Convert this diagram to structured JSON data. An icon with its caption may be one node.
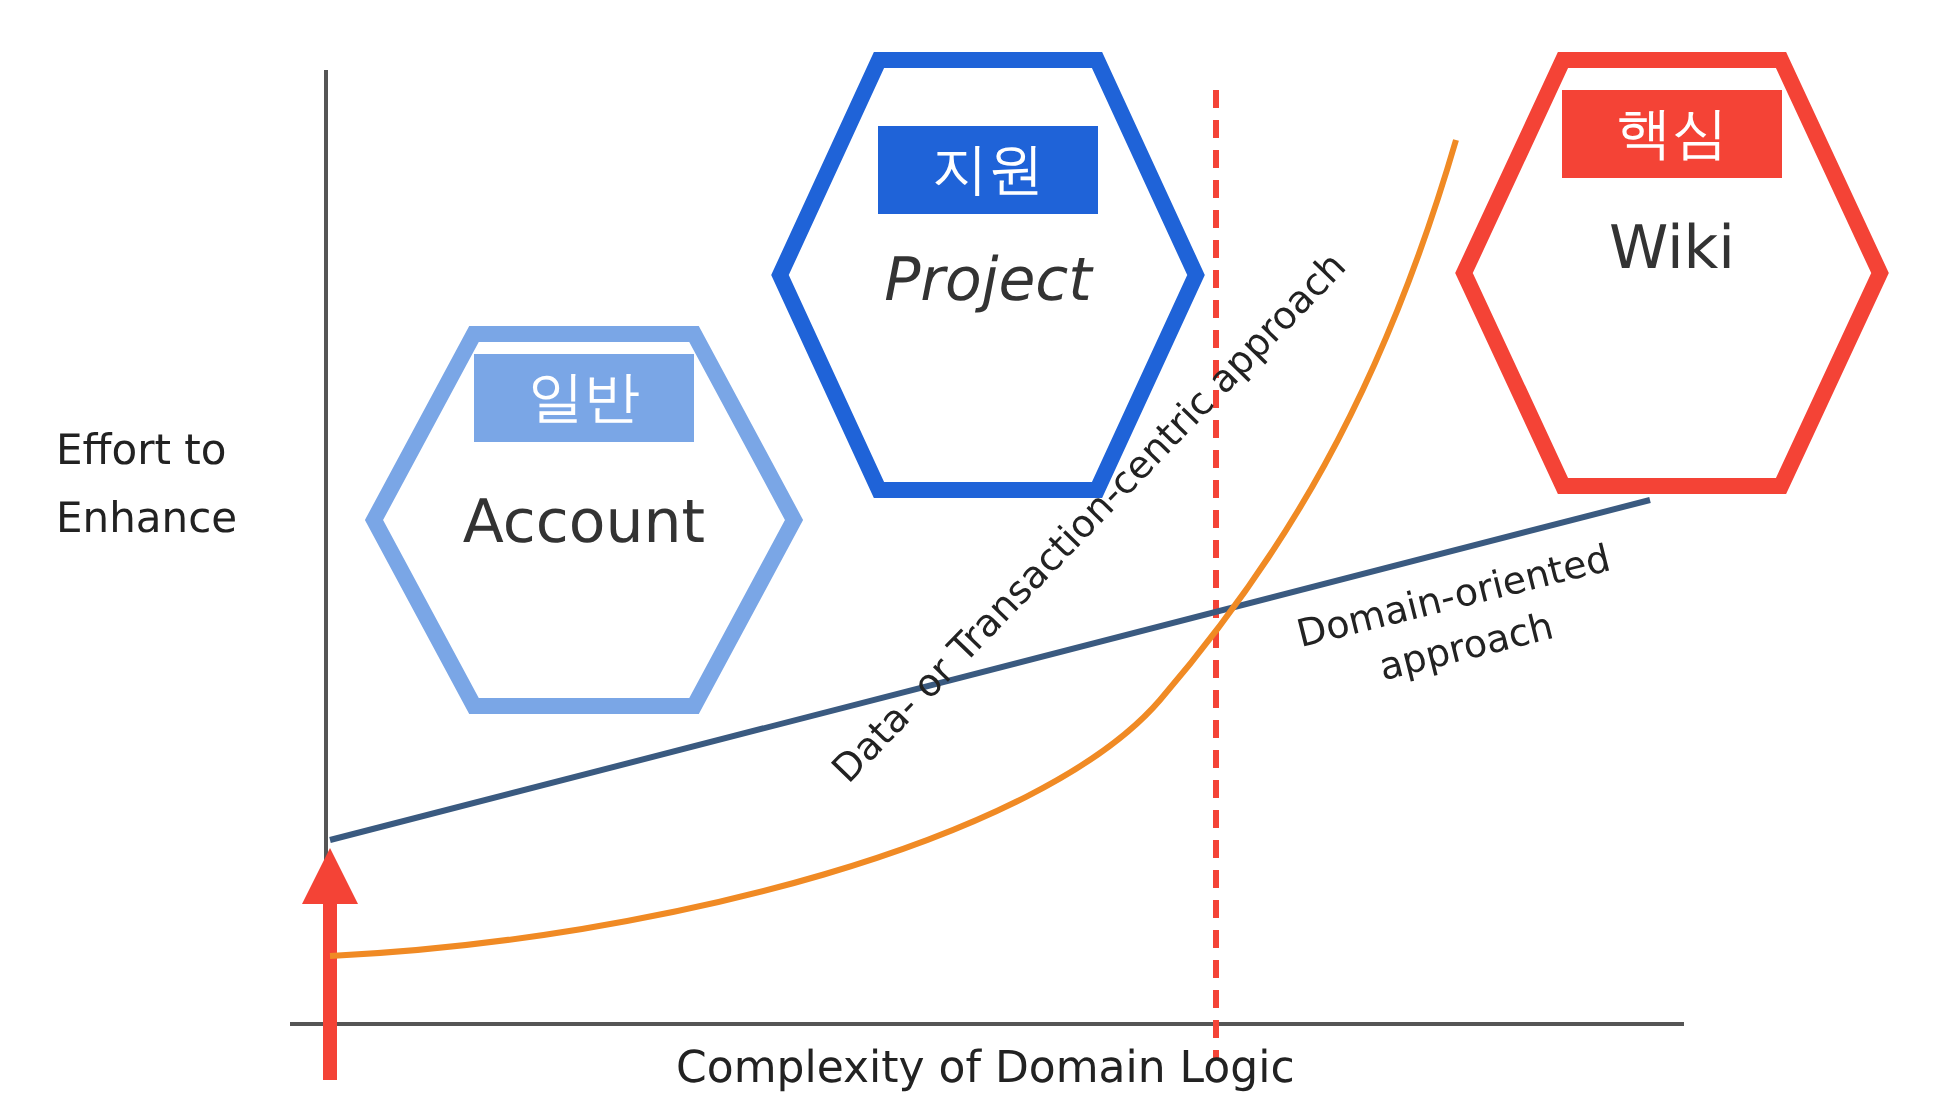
{
  "diagram": {
    "nodes": [
      {
        "text": [
          "일반",
          "Account"
        ]
      },
      {
        "text": [
          "지원",
          "Project"
        ]
      },
      {
        "text": [
          "핵심",
          "Wiki"
        ]
      }
    ],
    "labels": [
      "Effort to Enhance",
      "Data- or Transaction-centric approach",
      "Domain-oriented approach",
      "Complexity of Domain Logic"
    ]
  }
}
